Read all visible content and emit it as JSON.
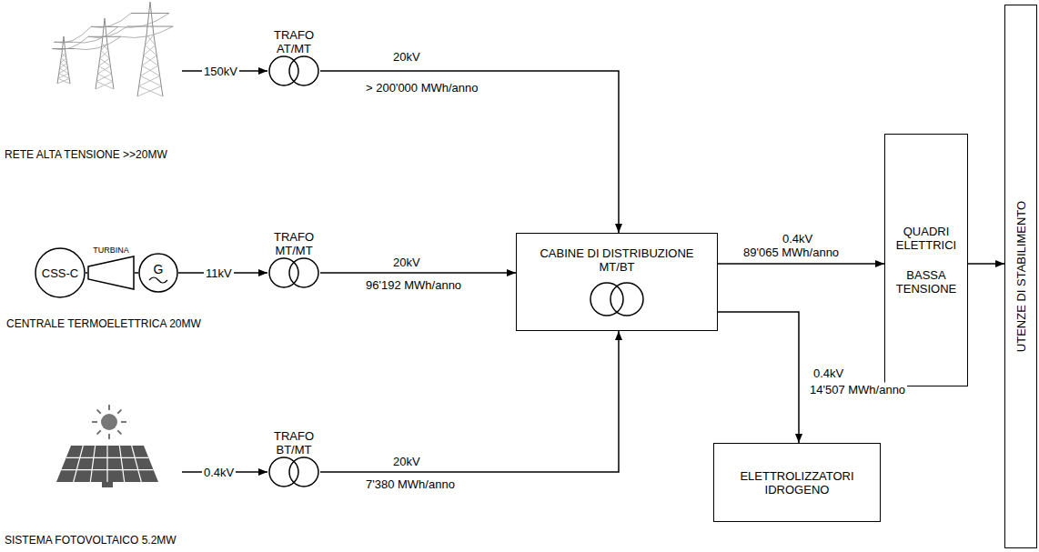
{
  "diagram": {
    "nodes": [
      {
        "text": [
          "RETE ALTA TENSIONE >>20MW"
        ]
      },
      {
        "text": [
          "TRAFO AT/MT"
        ]
      },
      {
        "text": [
          "CSS-C"
        ]
      },
      {
        "text": [
          "TURBINA"
        ]
      },
      {
        "text": [
          "G"
        ]
      },
      {
        "text": [
          "TRAFO MT/MT"
        ]
      },
      {
        "text": [
          "SISTEMA FOTOVOLTAICO 5.2MW"
        ]
      },
      {
        "text": [
          "TRAFO BT/MT"
        ]
      },
      {
        "text": [
          "CABINE DI DISTRIBUZIONE MT/BT"
        ]
      },
      {
        "text": [
          "QUADRI ELETTRICI",
          "BASSA TENSIONE"
        ]
      },
      {
        "text": [
          "ELETTROLIZZATORI IDROGENO"
        ]
      },
      {
        "text": [
          "UTENZE DI STABILIMENTO"
        ]
      }
    ],
    "edges": [
      {
        "from": 0,
        "to": 1,
        "label": "150kV",
        "arrow": "to"
      },
      {
        "from": 2,
        "to": 3,
        "arrow": "none"
      },
      {
        "from": 3,
        "to": 4,
        "arrow": "none"
      },
      {
        "from": 4,
        "to": 5,
        "label": "11kV",
        "arrow": "to"
      },
      {
        "from": 6,
        "to": 7,
        "label": "0.4kV",
        "arrow": "to"
      },
      {
        "from": 1,
        "to": 8,
        "label": "20kV",
        "arrow": "to"
      },
      {
        "from": 5,
        "to": 8,
        "label": "20kV",
        "arrow": "to"
      },
      {
        "from": 7,
        "to": 8,
        "label": "20kV",
        "arrow": "to"
      },
      {
        "from": 8,
        "to": 9,
        "label": "0.4kV",
        "arrow": "to"
      },
      {
        "from": 8,
        "to": 10,
        "label": "0.4kV",
        "arrow": "to"
      },
      {
        "from": 9,
        "to": 11,
        "arrow": "to"
      }
    ],
    "labels": [
      "> 200'000 MWh/anno",
      "CENTRALE TERMOELETTRICA 20MW",
      "96'192 MWh/anno",
      "7'380 MWh/anno",
      "89'065 MWh/anno",
      "14'507 MWh/anno"
    ]
  }
}
